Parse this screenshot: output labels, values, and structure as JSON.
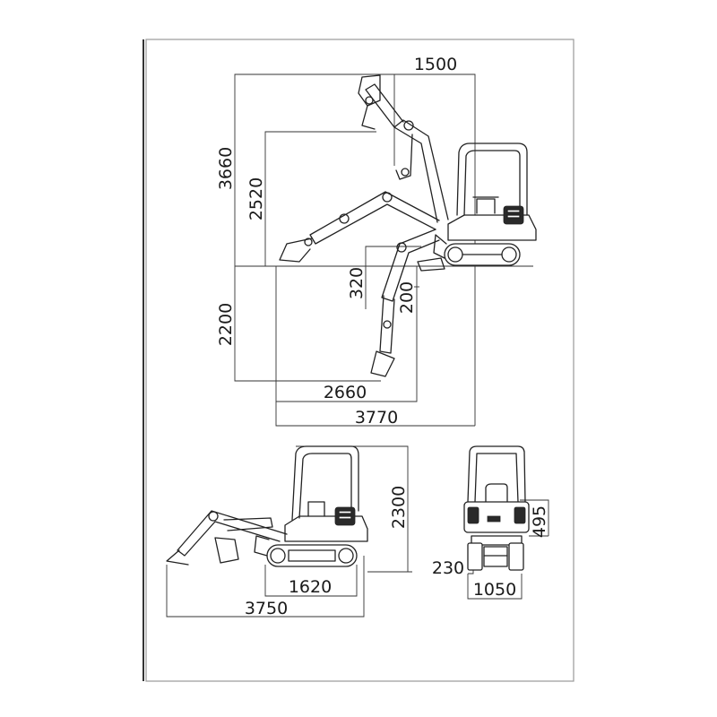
{
  "dimensions": {
    "reach_top_offset": "1500",
    "max_dig_height": "3660",
    "max_dump_height": "2520",
    "max_dig_depth": "2200",
    "blade_lift_height": "320",
    "blade_dig_depth": "200",
    "min_swing_radius": "2660",
    "max_dig_reach": "3770",
    "overall_height": "2300",
    "track_length": "1620",
    "transport_length": "3750",
    "counterweight_clearance": "495",
    "track_shoe_width": "230",
    "overall_width": "1050"
  },
  "colors": {
    "line": "#222222",
    "frame": "#9a9a9a",
    "background": "#ffffff"
  }
}
